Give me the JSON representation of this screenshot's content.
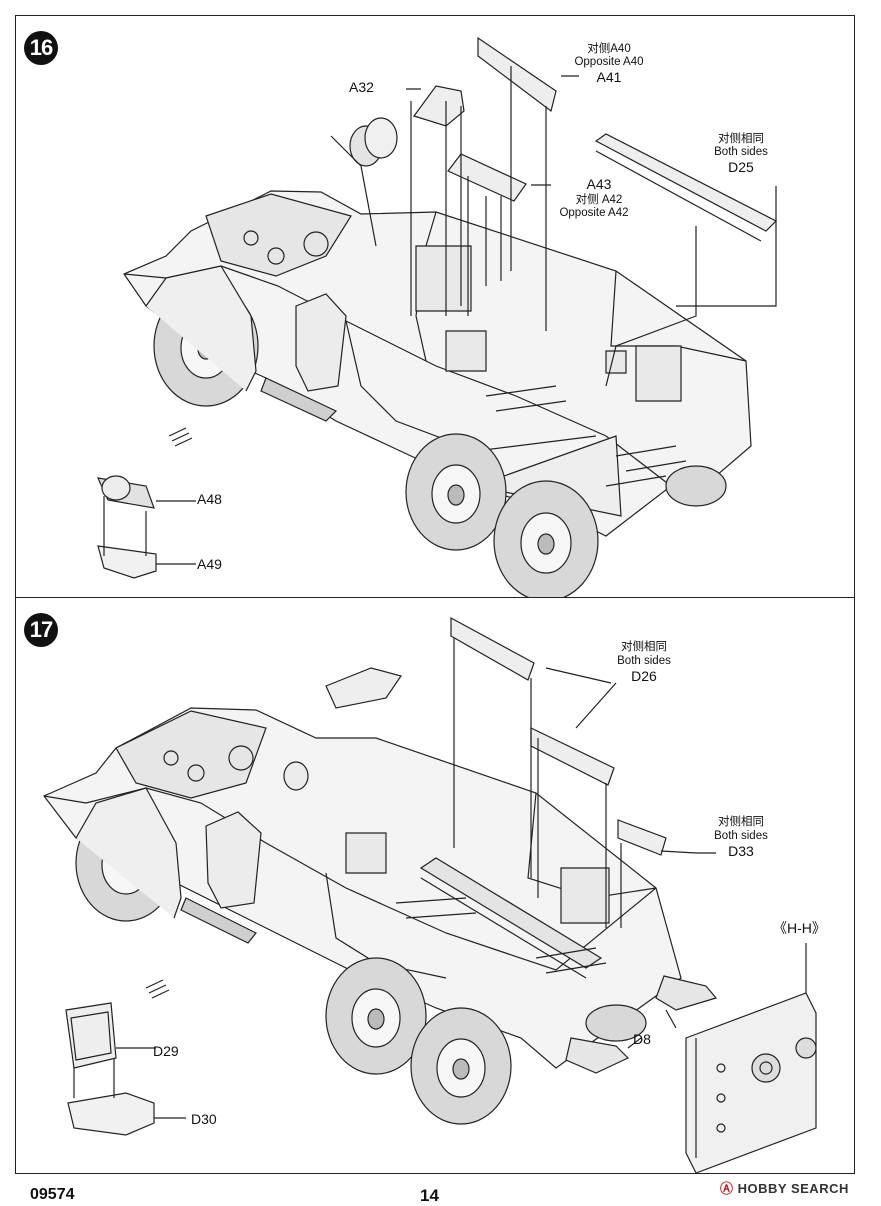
{
  "document": {
    "product_code": "09574",
    "page_number": "14",
    "watermark": "HOBBY SEARCH",
    "watermark_mark": "Ⓐ"
  },
  "step16": {
    "number": "16",
    "callouts": {
      "a32": "A32",
      "a41_cn": "对侧A40",
      "a41_en": "Opposite A40",
      "a41": "A41",
      "a43": "A43",
      "a43_cn": "对侧 A42",
      "a43_en": "Opposite A42",
      "d25_cn": "对侧相同",
      "d25_en": "Both sides",
      "d25": "D25",
      "a48": "A48",
      "a49": "A49"
    }
  },
  "step17": {
    "number": "17",
    "callouts": {
      "d26_cn": "对侧相同",
      "d26_en": "Both sides",
      "d26": "D26",
      "d33_cn": "对侧相同",
      "d33_en": "Both sides",
      "d33": "D33",
      "hh": "《H-H》",
      "d8": "D8",
      "d29": "D29",
      "d30": "D30"
    }
  }
}
